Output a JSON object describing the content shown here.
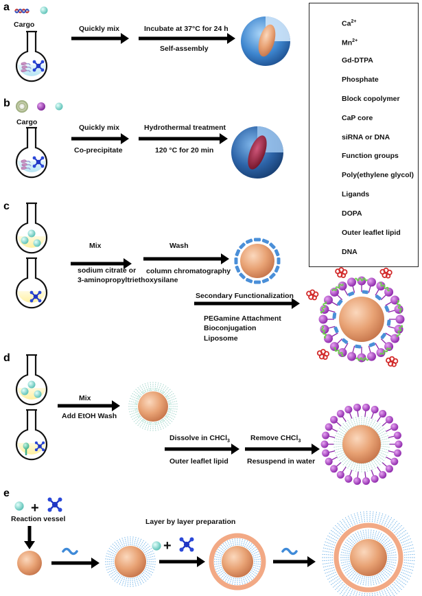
{
  "panels": {
    "a": {
      "label": "a",
      "cargo": "Cargo",
      "step1_top": "Quickly mix",
      "step2_top": "Incubate at 37°C for 24 h",
      "step2_bottom": "Self-assembly"
    },
    "b": {
      "label": "b",
      "cargo": "Cargo",
      "step1_top": "Quickly mix",
      "step1_bottom": "Co-precipitate",
      "step2_top": "Hydrothermal treatment",
      "step2_bottom": "120 °C for 20 min"
    },
    "c": {
      "label": "c",
      "step1_top": "Mix",
      "step1_bottom_1": "sodium citrate or",
      "step1_bottom_2": "3-aminopropyltriethoxysilane",
      "step2_top": "Wash",
      "step2_bottom": "column chromatography",
      "step3_top": "Secondary Functionalization",
      "step3_b1": "PEGamine Attachment",
      "step3_b2": "Bioconjugation",
      "step3_b3": "Liposome"
    },
    "d": {
      "label": "d",
      "step1_top": "Mix",
      "step1_bottom": "Add EtOH Wash",
      "step2_top": "Dissolve in CHCl",
      "step2_top_sub": "3",
      "step2_bottom": "Outer leaflet lipid",
      "step3_top": "Remove CHCl",
      "step3_top_sub": "3",
      "step3_bottom": "Resuspend in water"
    },
    "e": {
      "label": "e",
      "plus1": "+",
      "plus2": "+",
      "vessel": "Reaction vessel",
      "layer": "Layer by layer preparation"
    }
  },
  "legend": {
    "items": [
      {
        "label": "Ca",
        "sup": "2+",
        "icon": "calcium-ion-icon"
      },
      {
        "label": "Mn",
        "sup": "2+",
        "icon": "manganese-ion-icon"
      },
      {
        "label": "Gd-DTPA",
        "icon": "gd-dtpa-icon"
      },
      {
        "label": "Phosphate",
        "icon": "phosphate-icon"
      },
      {
        "label": "Block copolymer",
        "icon": "block-copolymer-icon"
      },
      {
        "label": "CaP core",
        "icon": "cap-core-icon"
      },
      {
        "label": "siRNA or DNA",
        "icon": "sirna-dna-icon"
      },
      {
        "label": "Function groups",
        "icon": "function-group-icon"
      },
      {
        "label": "Poly(ethylene glycol)",
        "icon": "peg-icon"
      },
      {
        "label": "Ligands",
        "icon": "ligand-icon"
      },
      {
        "label": "DOPA",
        "icon": "dopa-icon"
      },
      {
        "label": "Outer leaflet lipid",
        "icon": "lipid-icon"
      },
      {
        "label": "DNA",
        "icon": "dna-icon"
      }
    ]
  },
  "colors": {
    "core": "#e39a6e",
    "calcium": "#7fd6cc",
    "manganese": "#9b2fb0",
    "phosphate": "#1f36c4",
    "shell_blue": "#3b7fc8",
    "function_group": "#4a8fd8",
    "peg": "#6bd24a",
    "ligand": "#d22a2a",
    "dopa": "#5ed0a6",
    "lipid": "#a533c6",
    "flask_fill": "#fff6b8",
    "flask_fill_blue": "#c6ecf7"
  }
}
